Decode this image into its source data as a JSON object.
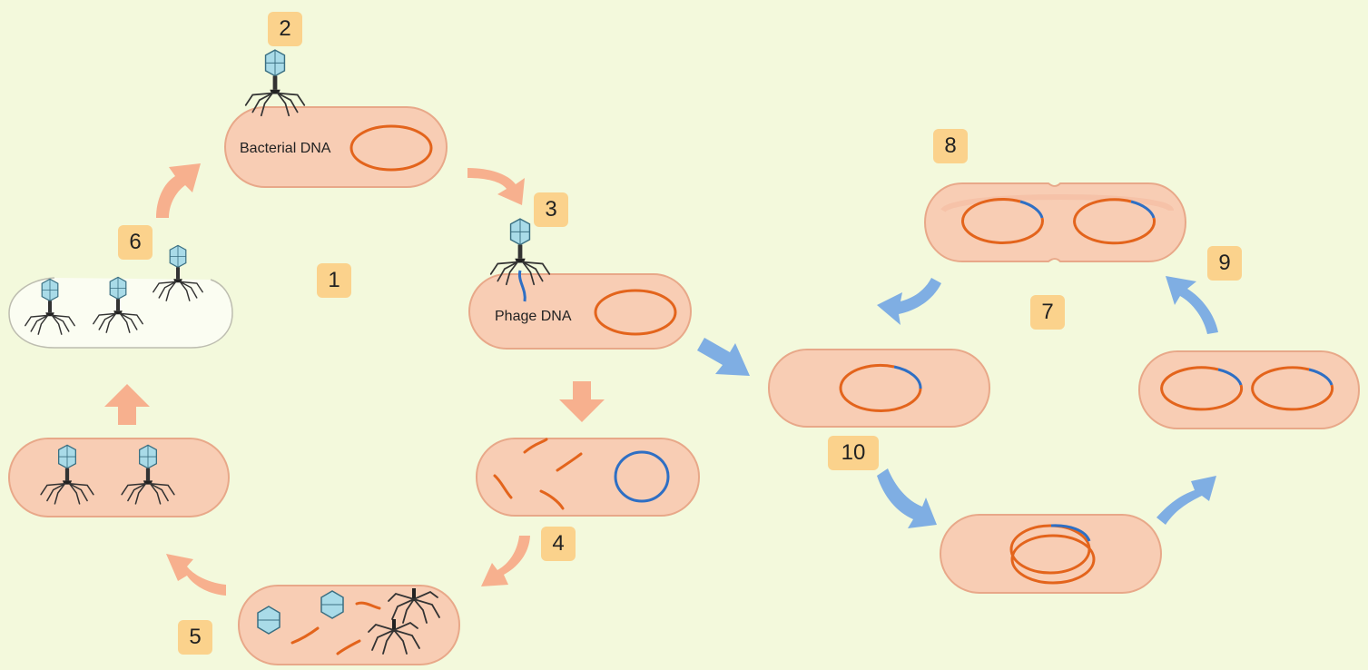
{
  "labels": {
    "bacterial_dna": "Bacterial DNA",
    "phage_dna": "Phage DNA"
  },
  "steps": [
    "1",
    "2",
    "3",
    "4",
    "5",
    "6",
    "7",
    "8",
    "9",
    "10"
  ],
  "colors": {
    "background": "#f3f9dc",
    "cell_fill": "#f8cdb4",
    "cell_stroke": "#e8a889",
    "bacterial_dna": "#e3641c",
    "phage_dna": "#2e6fc4",
    "lytic_arrow": "#f7b08e",
    "lysogenic_arrow": "#7faee3",
    "badge": "#fbd28c",
    "phage_head": "#a9dbe8"
  },
  "icons": [
    "bacteriophage-icon",
    "curved-arrow-icon",
    "straight-arrow-icon"
  ]
}
